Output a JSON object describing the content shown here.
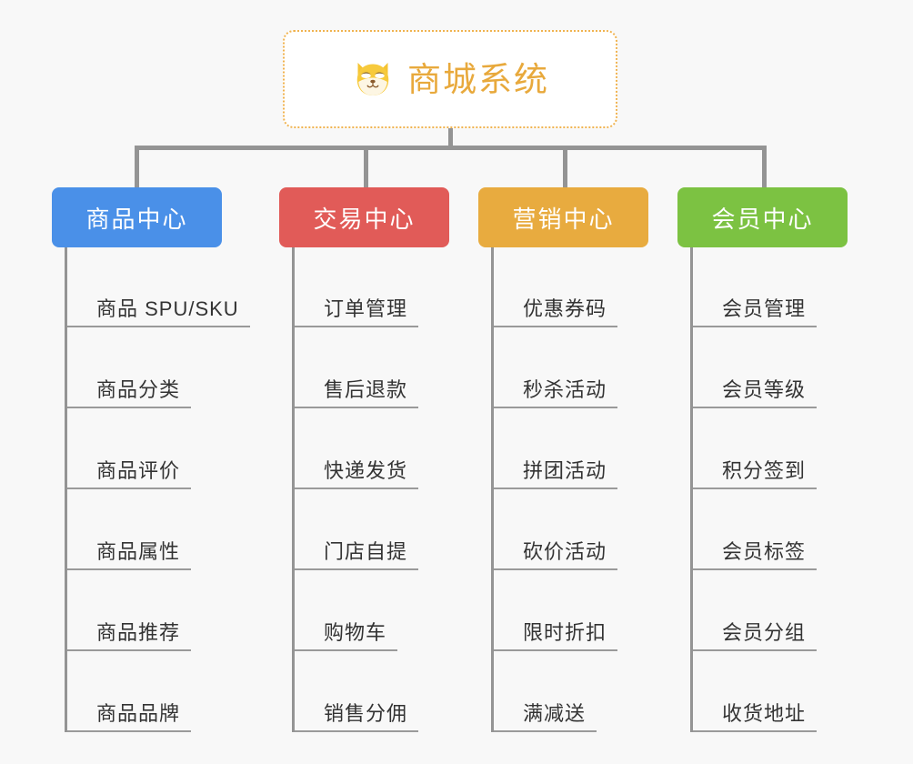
{
  "root": {
    "title": "商城系统",
    "icon": "shiba-dog-icon",
    "border_color": "#f0b350",
    "text_color": "#e8a93c",
    "background": "#ffffff"
  },
  "canvas": {
    "background": "#f8f8f8",
    "connector_color": "#949494"
  },
  "columns": [
    {
      "title": "商品中心",
      "color": "#4a90e8",
      "items": [
        "商品 SPU/SKU",
        "商品分类",
        "商品评价",
        "商品属性",
        "商品推荐",
        "商品品牌"
      ]
    },
    {
      "title": "交易中心",
      "color": "#e15b58",
      "items": [
        "订单管理",
        "售后退款",
        "快递发货",
        "门店自提",
        "购物车",
        "销售分佣"
      ]
    },
    {
      "title": "营销中心",
      "color": "#e8ab3f",
      "items": [
        "优惠券码",
        "秒杀活动",
        "拼团活动",
        "砍价活动",
        "限时折扣",
        "满减送"
      ]
    },
    {
      "title": "会员中心",
      "color": "#7cc242",
      "items": [
        "会员管理",
        "会员等级",
        "积分签到",
        "会员标签",
        "会员分组",
        "收货地址"
      ]
    }
  ]
}
